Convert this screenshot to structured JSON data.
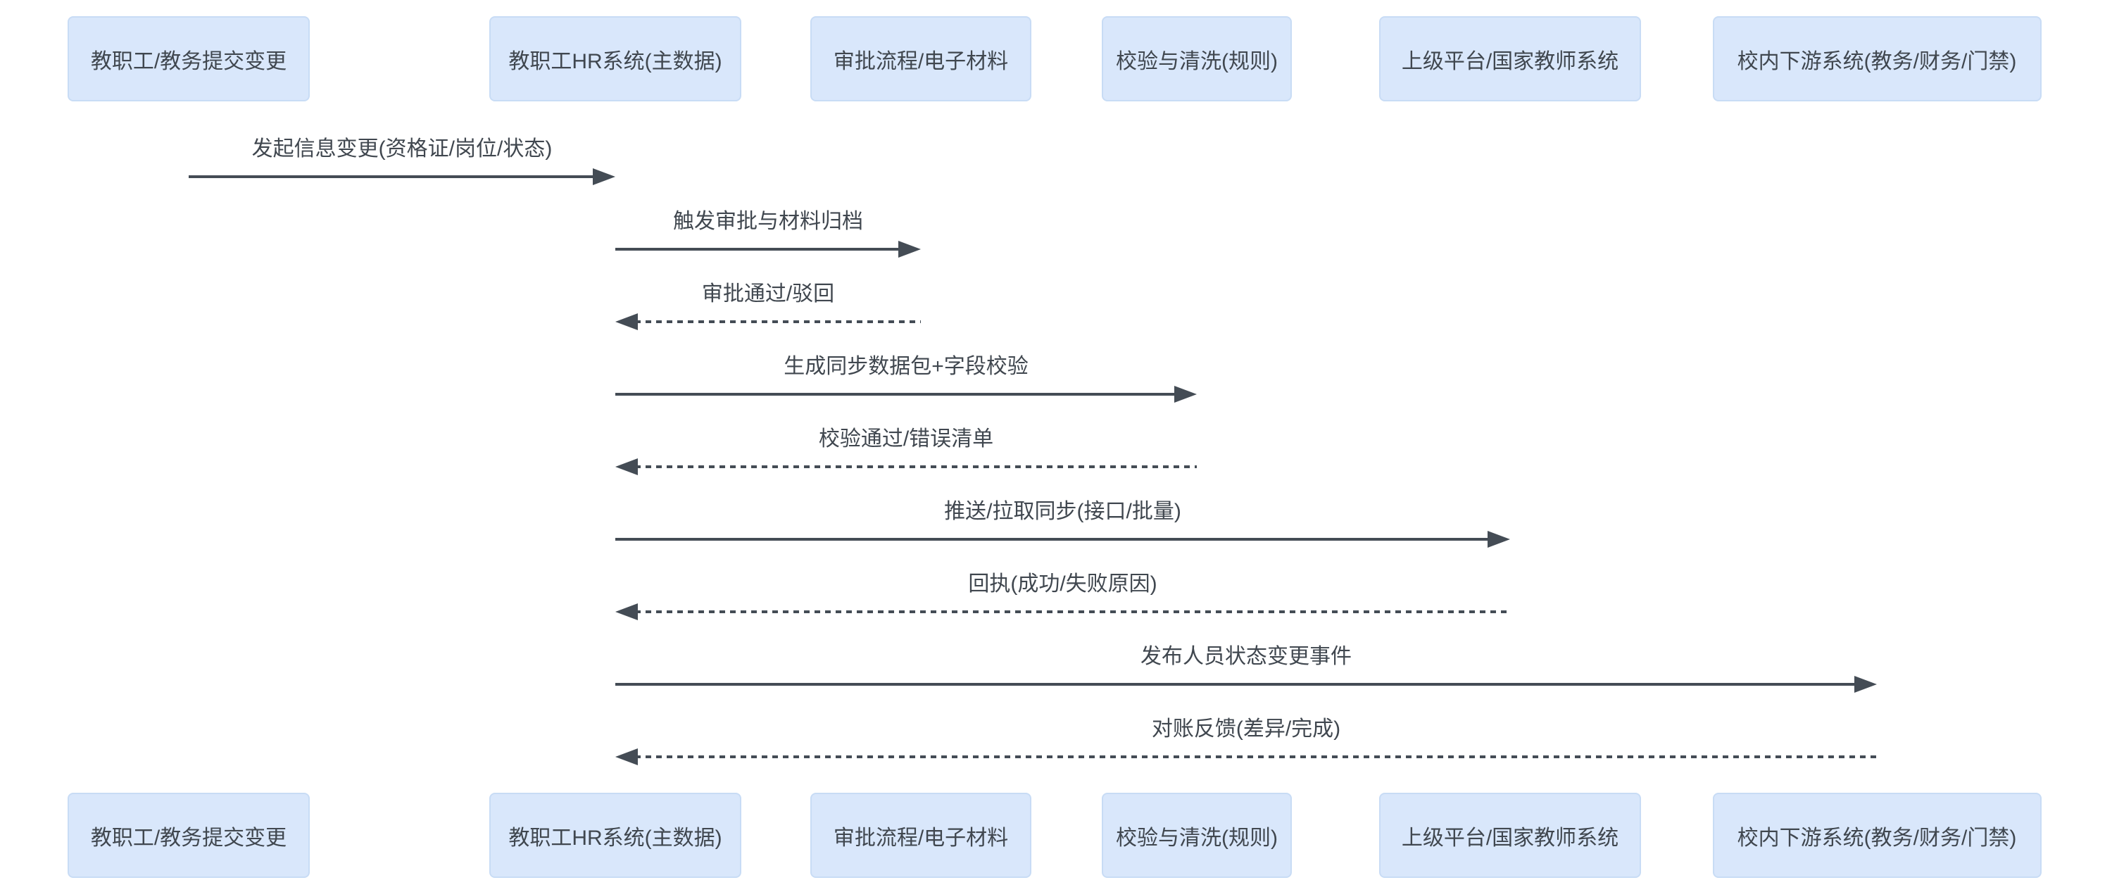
{
  "diagram": {
    "type": "sequence",
    "background_color": "#ffffff",
    "actor_fill_color": "#d9e7fb",
    "actor_border_color": "#c8dcf5",
    "line_color": "#444c55",
    "text_color": "#40474f",
    "actors": [
      {
        "id": "staff-submit",
        "label": "教职工/教务提交变更"
      },
      {
        "id": "hr-system",
        "label": "教职工HR系统(主数据)"
      },
      {
        "id": "approval-flow",
        "label": "审批流程/电子材料"
      },
      {
        "id": "validation-clean",
        "label": "校验与清洗(规则)"
      },
      {
        "id": "national-platform",
        "label": "上级平台/国家教师系统"
      },
      {
        "id": "downstream-systems",
        "label": "校内下游系统(教务/财务/门禁)"
      }
    ],
    "messages": [
      {
        "from": 0,
        "to": 1,
        "style": "solid",
        "label": "发起信息变更(资格证/岗位/状态)"
      },
      {
        "from": 1,
        "to": 2,
        "style": "solid",
        "label": "触发审批与材料归档"
      },
      {
        "from": 2,
        "to": 1,
        "style": "dashed",
        "label": "审批通过/驳回"
      },
      {
        "from": 1,
        "to": 3,
        "style": "solid",
        "label": "生成同步数据包+字段校验"
      },
      {
        "from": 3,
        "to": 1,
        "style": "dashed",
        "label": "校验通过/错误清单"
      },
      {
        "from": 1,
        "to": 4,
        "style": "solid",
        "label": "推送/拉取同步(接口/批量)"
      },
      {
        "from": 4,
        "to": 1,
        "style": "dashed",
        "label": "回执(成功/失败原因)"
      },
      {
        "from": 1,
        "to": 5,
        "style": "solid",
        "label": "发布人员状态变更事件"
      },
      {
        "from": 5,
        "to": 1,
        "style": "dashed",
        "label": "对账反馈(差异/完成)"
      }
    ]
  }
}
